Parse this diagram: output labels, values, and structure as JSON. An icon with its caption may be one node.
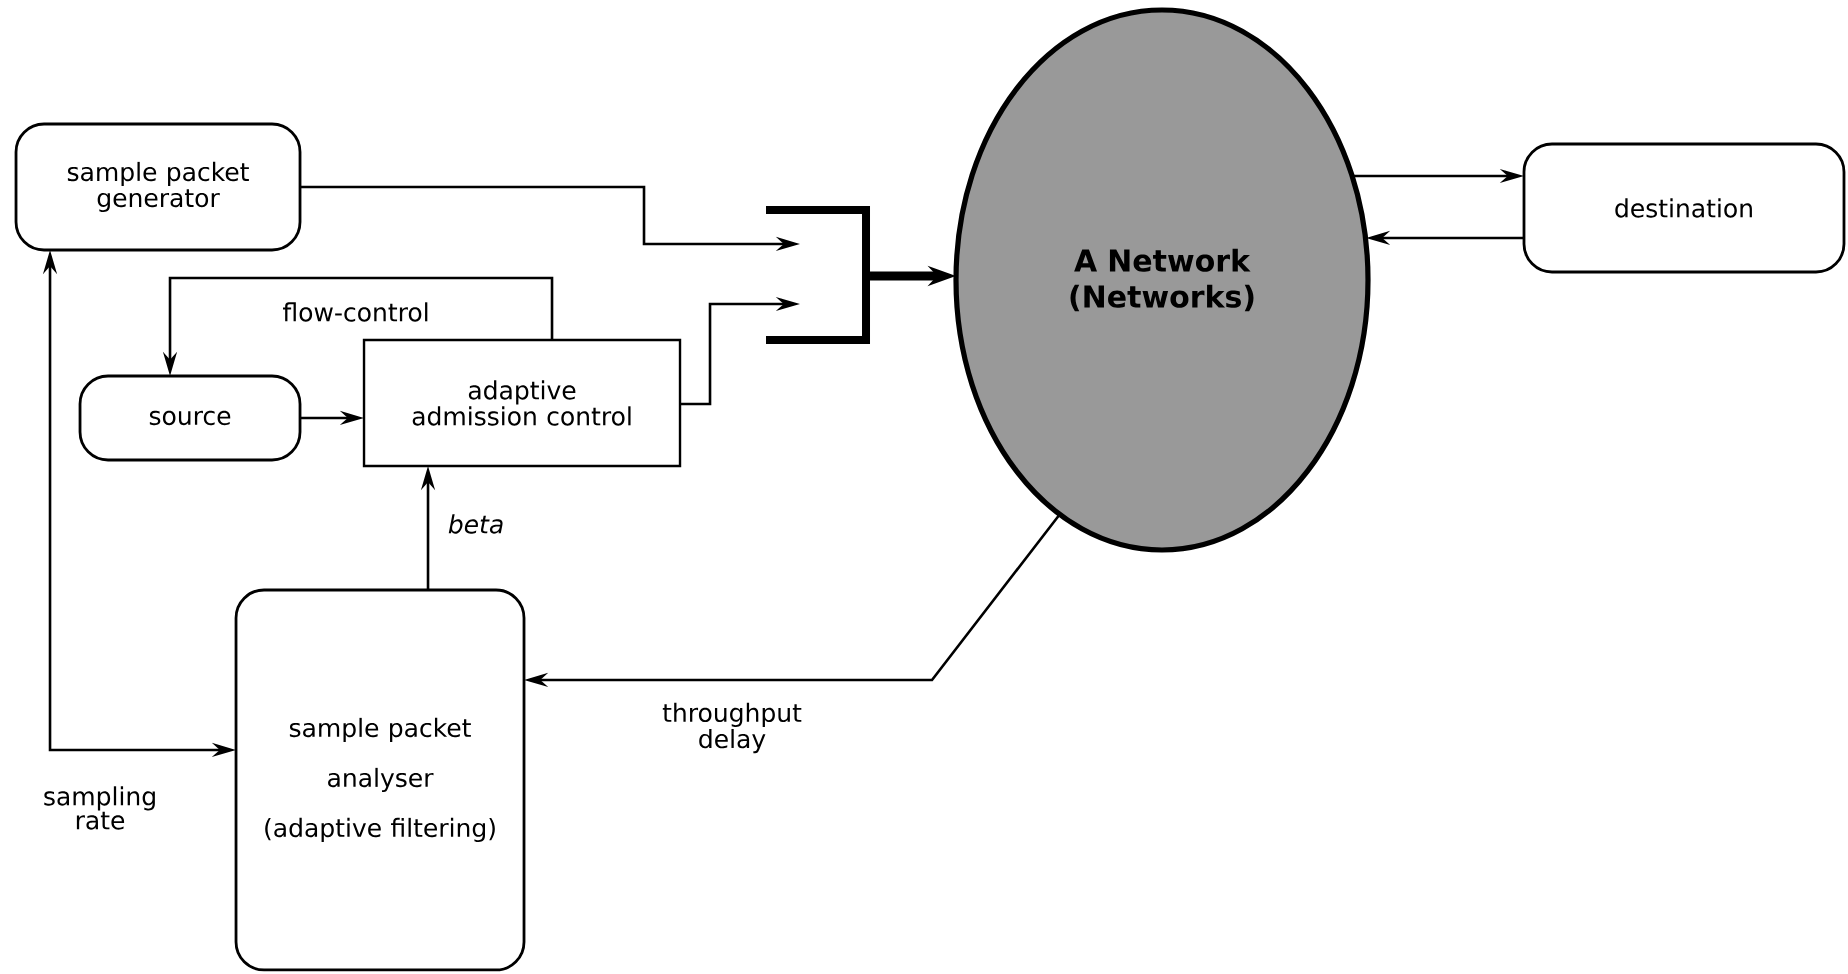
{
  "diagram": {
    "nodes": [
      {
        "text": [
          "sample packet generator"
        ]
      },
      {
        "text": [
          "source"
        ]
      },
      {
        "text": [
          "adaptive admission control"
        ]
      },
      {
        "text": [],
        "shape": "bracket"
      },
      {
        "text": [
          "A Network (Networks)"
        ]
      },
      {
        "text": [
          "destination"
        ]
      },
      {
        "text": [
          "sample packet analyser",
          "(adaptive filtering)"
        ]
      }
    ],
    "edges": [
      {
        "from": 0,
        "to": 3,
        "arrow": "to"
      },
      {
        "from": 1,
        "to": 2,
        "arrow": "to"
      },
      {
        "from": 2,
        "to": 1,
        "arrow": "to",
        "label": "flow-control"
      },
      {
        "from": 2,
        "to": 3,
        "arrow": "to"
      },
      {
        "from": 3,
        "to": 4,
        "arrow": "to",
        "style": "thick"
      },
      {
        "from": 4,
        "to": 5,
        "arrow": "to"
      },
      {
        "from": 5,
        "to": 4,
        "arrow": "to"
      },
      {
        "from": 4,
        "to": 6,
        "arrow": "to",
        "label": "throughput delay"
      },
      {
        "from": 6,
        "to": 2,
        "arrow": "to",
        "label": "beta"
      },
      {
        "from": 0,
        "to": 6,
        "arrow": "both",
        "label": "sampling rate"
      }
    ]
  }
}
